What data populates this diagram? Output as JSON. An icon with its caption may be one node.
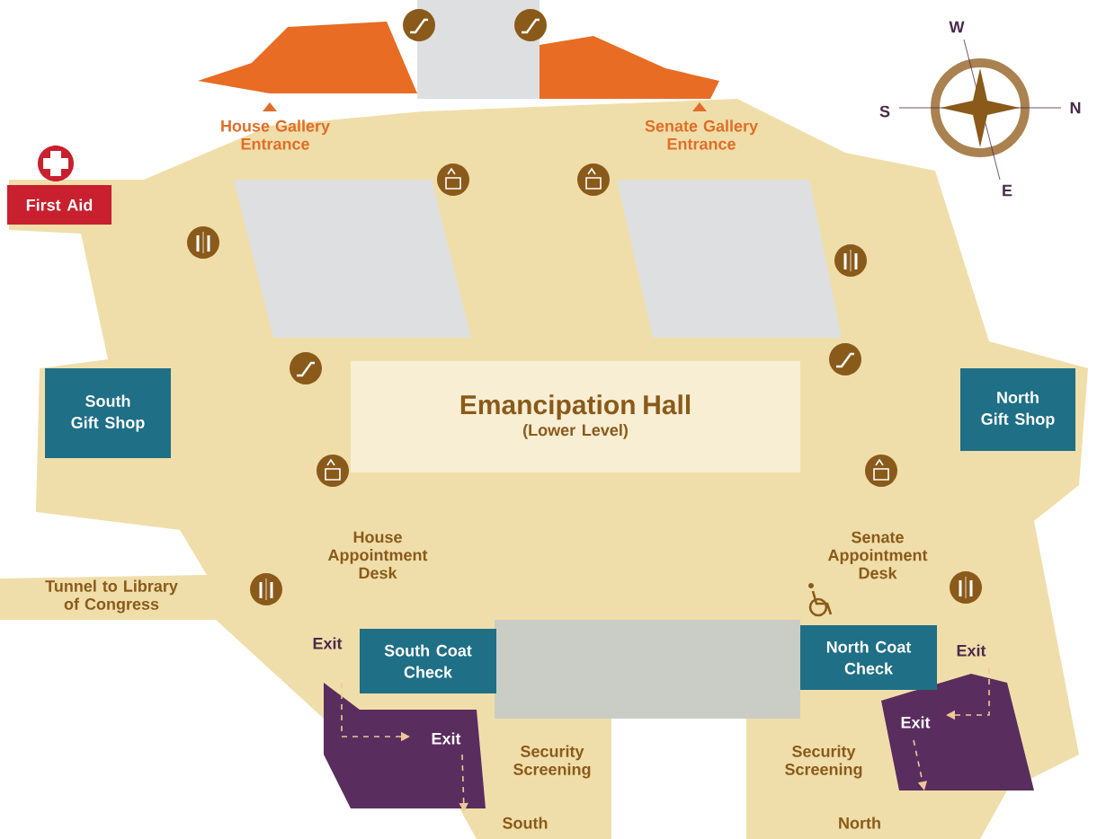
{
  "diagram": {
    "nodes": [
      {
        "text": [
          "First Aid"
        ]
      },
      {
        "text": [
          "South Gift Shop"
        ]
      },
      {
        "text": [
          "North Gift Shop"
        ]
      },
      {
        "text": [
          "Emancipation Hall",
          "(Lower Level)"
        ]
      },
      {
        "text": [
          "South Coat Check"
        ]
      },
      {
        "text": [
          "North Coat Check"
        ]
      },
      {
        "text": [],
        "shape": "box"
      },
      {
        "text": [],
        "shape": "box"
      },
      {
        "text": [],
        "shape": "box"
      },
      {
        "text": [],
        "shape": "box"
      },
      {
        "text": [],
        "shape": "box"
      },
      {
        "text": [],
        "shape": "box"
      }
    ],
    "labels": [
      "W",
      "House Gallery Entrance",
      "S",
      "N",
      "Senate Gallery Entrance",
      "E",
      "House Appointment Desk",
      "Senate Appointment Desk",
      "Tunnel to Library of Congress",
      "Exit",
      "Exit",
      "Exit",
      "Exit",
      "Security Screening",
      "Security Screening",
      "South",
      "North"
    ]
  }
}
